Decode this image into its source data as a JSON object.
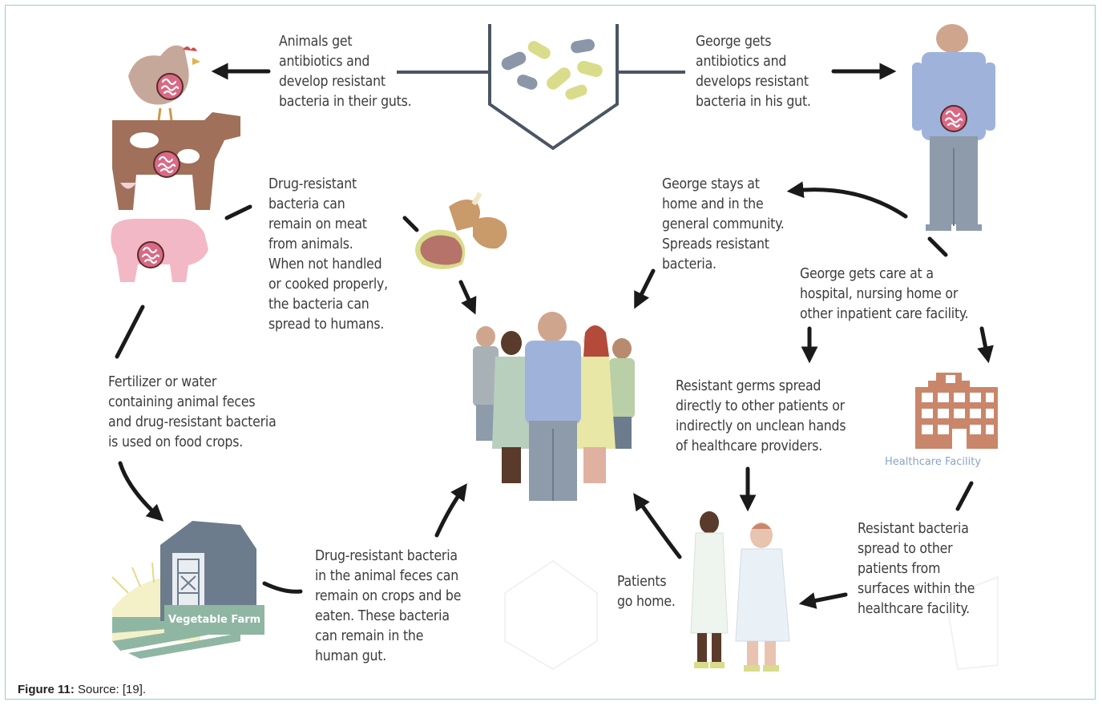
{
  "labels": {
    "animals_antibiotics": "Animals get\nantibiotics and\ndevelop resistant\nbacteria in their guts.",
    "george_antibiotics": "George gets\nantibiotics and\ndevelops resistant\nbacteria in his gut.",
    "meat": "Drug-resistant\nbacteria can\nremain on meat\nfrom animals.\nWhen not handled\nor cooked properly,\nthe bacteria can\nspread to humans.",
    "george_home": "George stays at\nhome and in the\ngeneral community.\nSpreads resistant\nbacteria.",
    "george_care": "George gets care at a\nhospital, nursing home or\nother inpatient care facility.",
    "fertilizer": "Fertilizer or water\ncontaining animal feces\nand drug-resistant bacteria\nis used on food crops.",
    "germs_spread": "Resistant germs spread\ndirectly to other patients or\nindirectly on unclean hands\nof healthcare providers.",
    "crops": "Drug-resistant bacteria\nin the animal feces can\nremain on crops and be\neaten. These bacteria\ncan remain in the\nhuman gut.",
    "patients_home": "Patients\ngo home.",
    "surfaces": "Resistant bacteria\nspread to other\npatients from\nsurfaces within the\nhealthcare facility."
  },
  "icon_labels": {
    "healthcare_facility": "Healthcare Facility",
    "vegetable_farm": "Vegetable Farm"
  },
  "caption": {
    "prefix": "Figure 11:",
    "text": " Source: [19]."
  },
  "icons": [
    "pills-hexagon-icon",
    "chicken-icon",
    "cow-icon",
    "pig-icon",
    "meat-icon",
    "george-icon",
    "community-group-icon",
    "hospital-icon",
    "farm-barn-icon",
    "patients-icon",
    "gut-bacteria-icon"
  ],
  "colors": {
    "arrow": "#1a1a1a",
    "brick": "#c9866a",
    "shirt_blue": "#9fb3da",
    "pants_gray": "#8d9bab",
    "pill_yellow": "#d9dc8a",
    "pill_gray": "#8b96a8",
    "barn_gray": "#6c7c8c",
    "farm_green": "#8fb6a3"
  }
}
